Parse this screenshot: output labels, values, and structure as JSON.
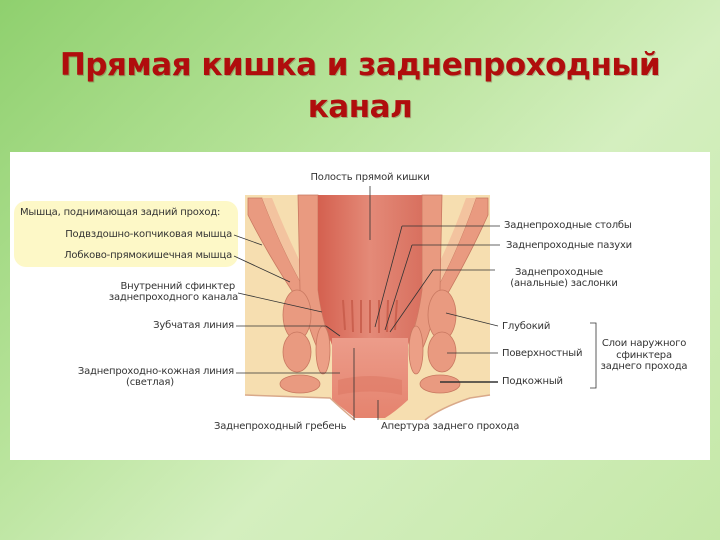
{
  "title": {
    "line1": "Прямая кишка и заднепроходный",
    "line2": "канал"
  },
  "colors": {
    "title": "#b00d0d",
    "background": "#b7e39a",
    "panel": "#ffffff",
    "highlight_box": "#fdf8c7",
    "tissue_fat": "#f6deb0",
    "muscle": "#e99a80",
    "lumen": "#d9705e"
  },
  "labels": {
    "top": "Полость прямой кишки",
    "left": {
      "levator_header": "Мышца, поднимающая задний проход:",
      "iliococcygeus": "Подвздошно-копчиковая мышца",
      "puborectalis": "Лобково-прямокишечная мышца",
      "internal_sphincter_1": "Внутренний сфинктер",
      "internal_sphincter_2": "заднепроходного канала",
      "dentate_line": "Зубчатая линия",
      "anocutaneous_1": "Заднепроходно-кожная линия",
      "anocutaneous_2": "(светлая)"
    },
    "right": {
      "anal_columns": "Заднепроходные столбы",
      "anal_sinuses": "Заднепроходные пазухи",
      "anal_valves_1": "Заднепроходные",
      "anal_valves_2": "(анальные) заслонки",
      "deep": "Глубокий",
      "superficial": "Поверхностный",
      "subcutaneous": "Подкожный",
      "external_sphincter_1": "Слои наружного",
      "external_sphincter_2": "сфинктера",
      "external_sphincter_3": "заднего прохода"
    },
    "bottom": {
      "pecten": "Заднепроходный гребень",
      "aperture": "Апертура заднего прохода"
    }
  }
}
